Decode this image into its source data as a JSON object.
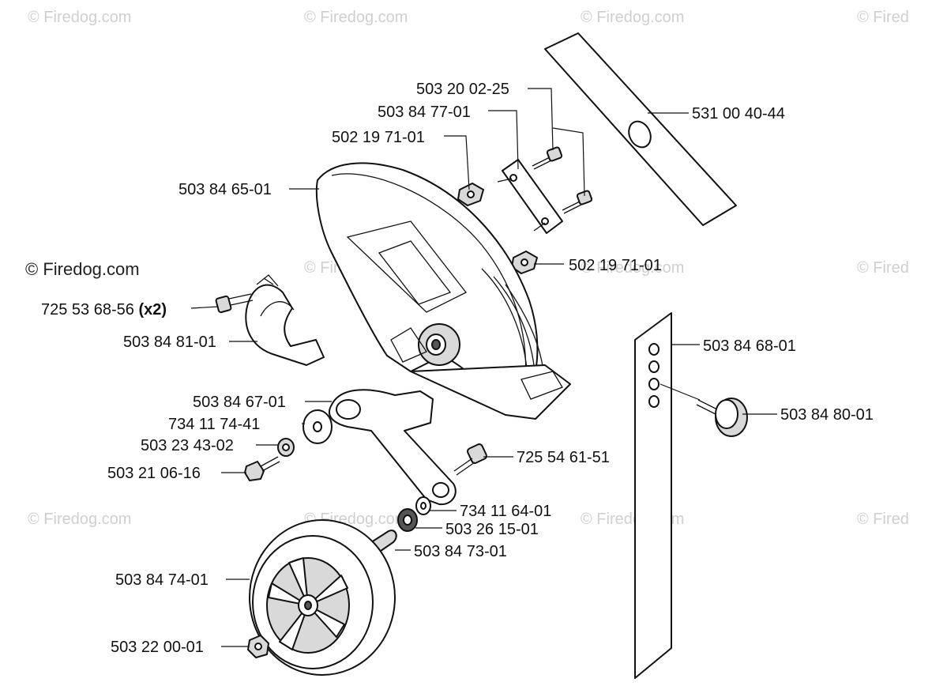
{
  "watermark": {
    "text": "© Firedog.com",
    "partial_text": "© Fired"
  },
  "parts": [
    {
      "number": "503 20 02-25",
      "qty": ""
    },
    {
      "number": "503 84 77-01",
      "qty": ""
    },
    {
      "number": "502 19 71-01",
      "qty": ""
    },
    {
      "number": "531 00 40-44",
      "qty": ""
    },
    {
      "number": "503 84 65-01",
      "qty": ""
    },
    {
      "number": "502 19 71-01",
      "qty": ""
    },
    {
      "number": "725 53 68-56",
      "qty": "(x2)"
    },
    {
      "number": "503 84 81-01",
      "qty": ""
    },
    {
      "number": "503 84 68-01",
      "qty": ""
    },
    {
      "number": "503 84 67-01",
      "qty": ""
    },
    {
      "number": "734 11 74-41",
      "qty": ""
    },
    {
      "number": "503 84 80-01",
      "qty": ""
    },
    {
      "number": "503 23 43-02",
      "qty": ""
    },
    {
      "number": "725 54 61-51",
      "qty": ""
    },
    {
      "number": "503 21 06-16",
      "qty": ""
    },
    {
      "number": "734 11 64-01",
      "qty": ""
    },
    {
      "number": "503 26 15-01",
      "qty": ""
    },
    {
      "number": "503 84 73-01",
      "qty": ""
    },
    {
      "number": "503 84 74-01",
      "qty": ""
    },
    {
      "number": "503 22 00-01",
      "qty": ""
    }
  ]
}
